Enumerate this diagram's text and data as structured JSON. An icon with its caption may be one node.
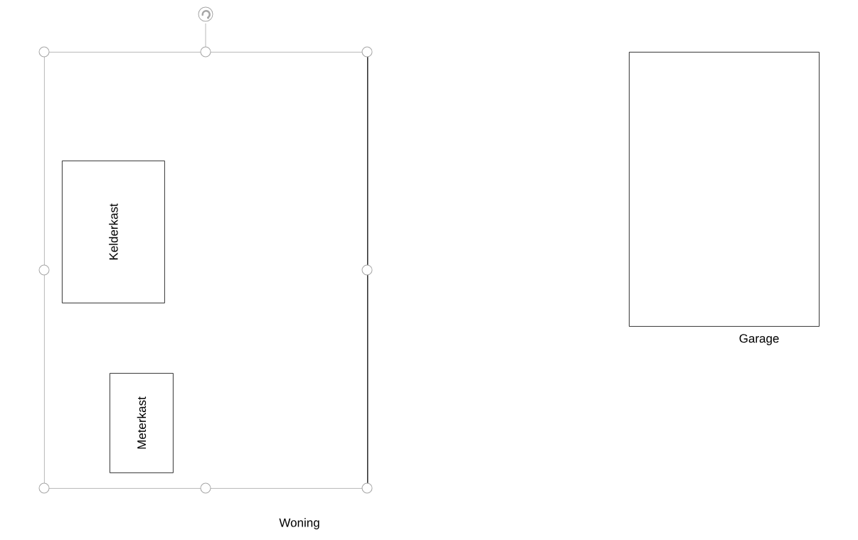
{
  "diagram": {
    "nodes": [
      {
        "text": [
          "Woning"
        ]
      },
      {
        "text": [
          "Kelderkast"
        ],
        "in": 0
      },
      {
        "text": [
          "Meterkast"
        ],
        "in": 0
      },
      {
        "text": [
          "Garage"
        ]
      }
    ]
  }
}
